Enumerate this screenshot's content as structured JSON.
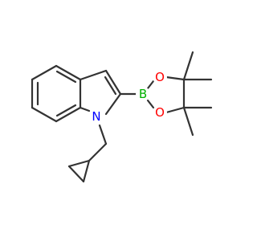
{
  "molecule": {
    "atoms": [
      {
        "symbol": "N",
        "color": "#0000ff"
      },
      {
        "symbol": "B",
        "color": "#00b000"
      },
      {
        "symbol": "O",
        "color": "#ff0000"
      },
      {
        "symbol": "O",
        "color": "#ff0000"
      }
    ],
    "bond_color": "#333333",
    "background": "#ffffff"
  }
}
